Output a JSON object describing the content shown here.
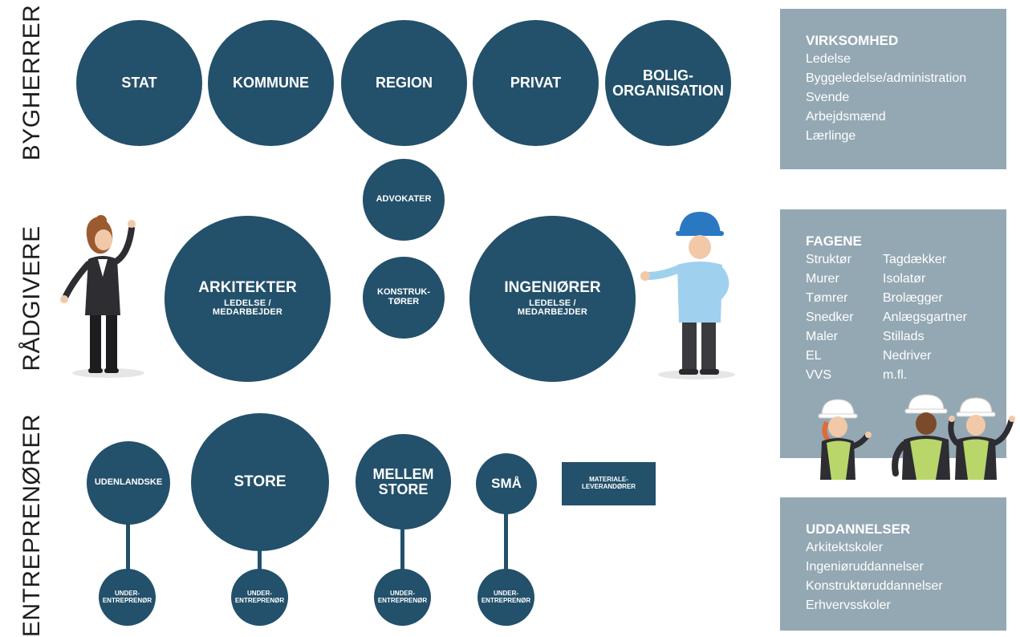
{
  "rows": {
    "bygherrer": "BYGHERRER",
    "raadgivere": "RÅDGIVERE",
    "entreprenoerer": "ENTREPRENØRER"
  },
  "bygherrer": [
    "STAT",
    "KOMMUNE",
    "REGION",
    "PRIVAT",
    "BOLIG-\nORGANISATION"
  ],
  "raadgivere": {
    "arkitekter": "ARKITEKTER",
    "arkitekter_sub": "LEDELSE /\nMEDARBEJDER",
    "advokater": "ADVOKATER",
    "konstruktoerer": "KONSTRUK-\nTØRER",
    "ingenioerer": "INGENIØRER",
    "ingenioerer_sub": "LEDELSE /\nMEDARBEJDER"
  },
  "entreprenoerer": {
    "udenlandske": "UDENLANDSKE",
    "store": "STORE",
    "mellemstore": "MELLEM\nSTORE",
    "smaa": "SMÅ",
    "materiale": "MATERIALE-\nLEVERANDØRER",
    "under": "UNDER-\nENTREPRENØR"
  },
  "panels": {
    "virksomhed": {
      "title": "VIRKSOMHED",
      "items": [
        "Ledelse",
        "Byggeledelse/administration",
        "Svende",
        "Arbejdsmænd",
        "Lærlinge"
      ]
    },
    "fagene": {
      "title": "FAGENE",
      "col1": [
        "Struktør",
        "Murer",
        "Tømrer",
        "Snedker",
        "Maler",
        "EL",
        "VVS"
      ],
      "col2": [
        "Tagdækker",
        "Isolatør",
        "Brolægger",
        "Anlægsgartner",
        "Stillads",
        "Nedriver",
        "m.fl."
      ]
    },
    "uddannelser": {
      "title": "UDDANNELSER",
      "items": [
        "Arkitektskoler",
        "Ingeniøruddannelser",
        "Konstruktøruddannelser",
        "Erhvervsskoler"
      ]
    }
  },
  "colors": {
    "circle": "#23506a",
    "panel": "#94a8b3",
    "text": "#1e1e1e"
  }
}
